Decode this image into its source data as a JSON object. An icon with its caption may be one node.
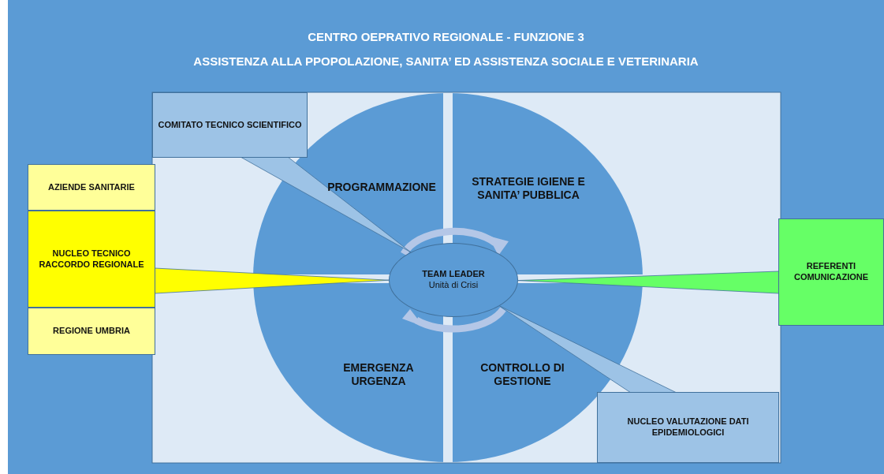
{
  "diagram": {
    "title": "CENTRO OEPRATIVO REGIONALE - FUNZIONE 3",
    "nodes": [
      {
        "text": [
          "PROGRAMMAZIONE"
        ]
      },
      {
        "text": [
          "STRATEGIE IGIENE E SANITA’ PUBBLICA"
        ]
      },
      {
        "text": [
          "EMERGENZA URGENZA"
        ]
      },
      {
        "text": [
          "CONTROLLO DI GESTIONE"
        ]
      },
      {
        "text": [
          "TEAM LEADER",
          "Unità di Crisi"
        ]
      },
      {
        "text": [
          "COMITATO TECNICO SCIENTIFICO"
        ]
      },
      {
        "text": [
          "AZIENDE SANITARIE"
        ]
      },
      {
        "text": [
          "NUCLEO TECNICO RACCORDO REGIONALE"
        ]
      },
      {
        "text": [
          "REGIONE UMBRIA"
        ]
      },
      {
        "text": [
          "REFERENTI COMUNICAZIONE"
        ]
      },
      {
        "text": [
          "NUCLEO VALUTAZIONE DATI EPIDEMIOLOGICI"
        ]
      }
    ],
    "edges": [
      {
        "from": 5,
        "to": 4,
        "arrow": "none",
        "color": "#9dc3e6"
      },
      {
        "from": 7,
        "to": 4,
        "arrow": "none",
        "color": "#ffff00"
      },
      {
        "from": 9,
        "to": 4,
        "arrow": "none",
        "color": "#66ff66"
      },
      {
        "from": 10,
        "to": 4,
        "arrow": "none",
        "color": "#9dc3e6"
      }
    ],
    "labels": [
      "ASSISTENZA ALLA PPOPOLAZIONE, SANITA’ ED ASSISTENZA SOCIALE E VETERINARIA"
    ]
  }
}
